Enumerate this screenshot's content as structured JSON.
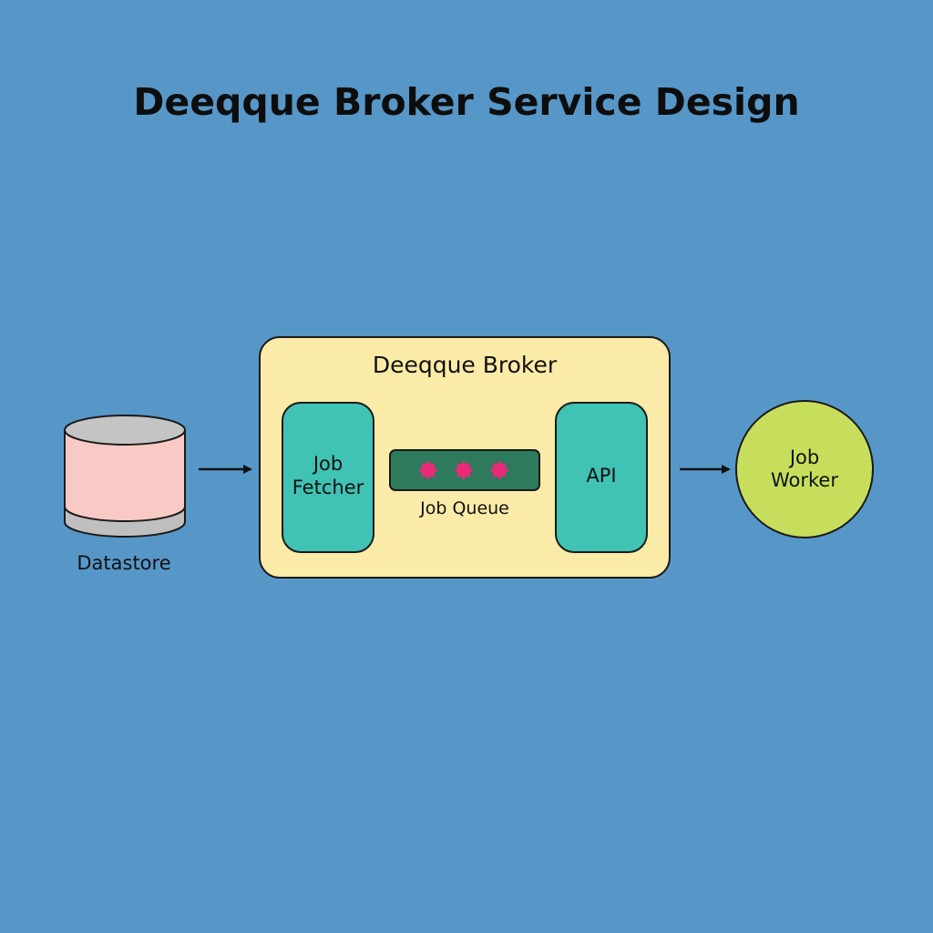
{
  "title": "Deeqque Broker Service Design",
  "nodes": {
    "datastore": {
      "label": "Datastore",
      "fill": "#f9c9c6",
      "cap": "#c0c0c0"
    },
    "broker": {
      "label": "Deeqque Broker",
      "fill": "#fbeba8"
    },
    "job_fetcher": {
      "line1": "Job",
      "line2": "Fetcher",
      "fill": "#40c2b4"
    },
    "job_queue": {
      "label": "Job Queue",
      "fill": "#2e7a5c",
      "item_color": "#ea2a78",
      "item_count": 3
    },
    "api": {
      "label": "API",
      "fill": "#40c2b4"
    },
    "job_worker": {
      "line1": "Job",
      "line2": "Worker",
      "fill": "#c7de5c"
    }
  },
  "edges": [
    {
      "from": "datastore",
      "to": "broker"
    },
    {
      "from": "broker",
      "to": "job_worker"
    }
  ],
  "colors": {
    "background": "#5797c8",
    "stroke": "#1a1a1a"
  }
}
